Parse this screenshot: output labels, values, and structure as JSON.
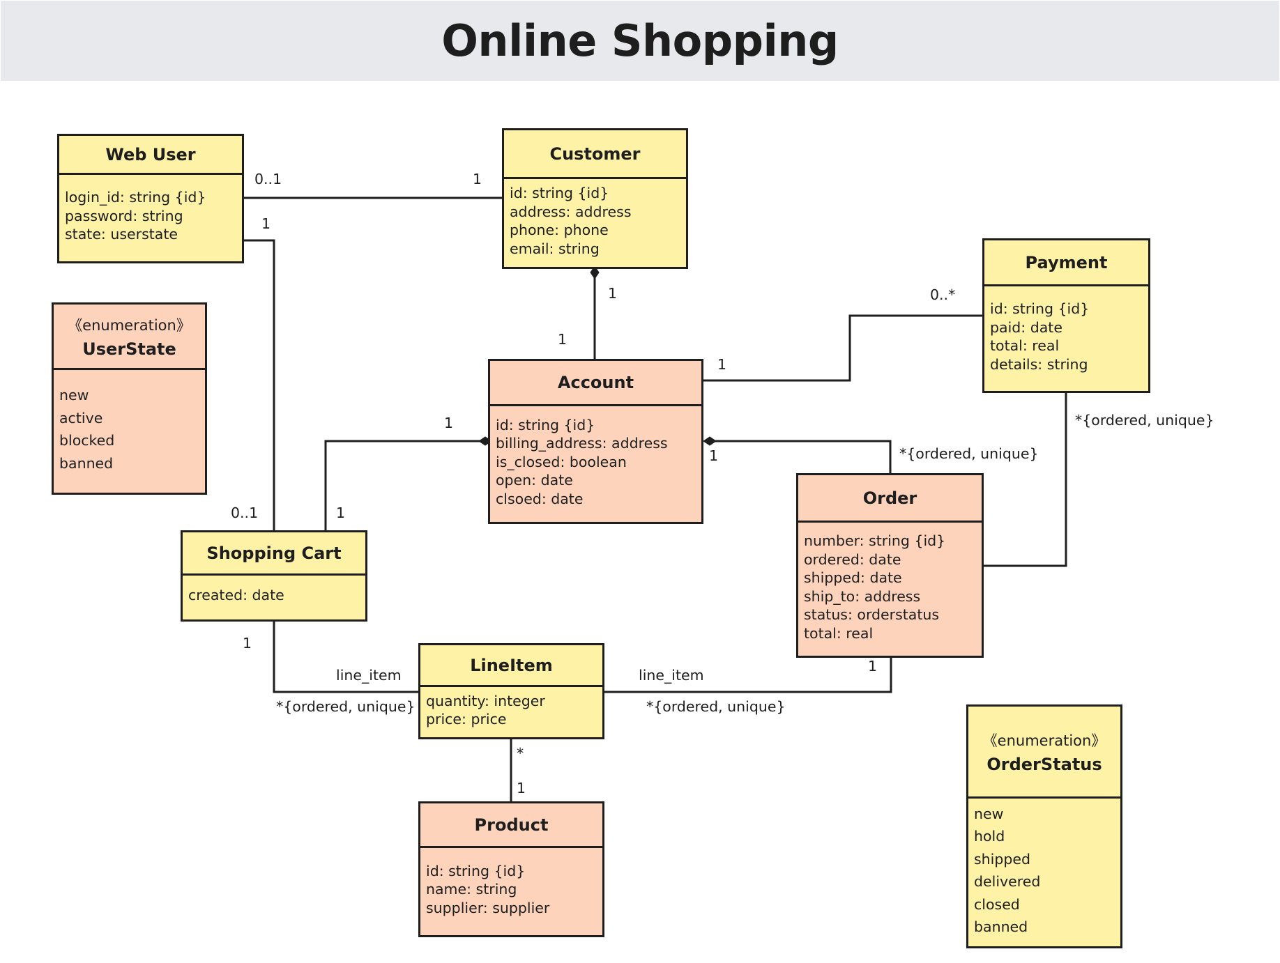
{
  "title": "Online Shopping",
  "colors": {
    "class_yellow": "#fdf2a6",
    "class_peach": "#fdd3bc",
    "header_bg": "#e8e9ec",
    "line": "#1e1e1e"
  },
  "classes": {
    "web_user": {
      "name": "Web User",
      "attributes": [
        "login_id: string {id}",
        "password: string",
        "state: userstate"
      ]
    },
    "customer": {
      "name": "Customer",
      "attributes": [
        "id: string {id}",
        "address: address",
        "phone: phone",
        "email: string"
      ]
    },
    "payment": {
      "name": "Payment",
      "attributes": [
        "id: string {id}",
        "paid: date",
        "total: real",
        "details: string"
      ]
    },
    "user_state": {
      "stereotype": "《enumeration》",
      "name": "UserState",
      "values": [
        "new",
        "active",
        "blocked",
        "banned"
      ]
    },
    "account": {
      "name": "Account",
      "attributes": [
        "id: string {id}",
        "billing_address: address",
        "is_closed: boolean",
        "open: date",
        "clsoed: date"
      ]
    },
    "order": {
      "name": "Order",
      "attributes": [
        "number: string {id}",
        "ordered: date",
        "shipped: date",
        "ship_to: address",
        "status: orderstatus",
        "total: real"
      ]
    },
    "shopping_cart": {
      "name": "Shopping Cart",
      "attributes": [
        "created: date"
      ]
    },
    "line_item": {
      "name": "LineItem",
      "attributes": [
        "quantity: integer",
        "price: price"
      ]
    },
    "product": {
      "name": "Product",
      "attributes": [
        "id: string {id}",
        "name: string",
        "supplier: supplier"
      ]
    },
    "order_status": {
      "stereotype": "《enumeration》",
      "name": "OrderStatus",
      "values": [
        "new",
        "hold",
        "shipped",
        "delivered",
        "closed",
        "banned"
      ]
    }
  },
  "associations": {
    "webuser_customer": {
      "webuser_end": "0..1",
      "customer_end": "1"
    },
    "webuser_cart": {
      "webuser_end": "1",
      "cart_end": "0..1"
    },
    "customer_account": {
      "customer_end": "1",
      "account_end": "1"
    },
    "account_payment": {
      "account_end": "1",
      "payment_end": "0..*"
    },
    "account_cart": {
      "account_end": "1",
      "cart_end": "1"
    },
    "account_order": {
      "account_end": "1",
      "order_end": "*{ordered, unique}"
    },
    "payment_order": {
      "payment_end": "*{ordered, unique}"
    },
    "cart_lineitem": {
      "cart_end": "1",
      "role": "line_item",
      "lineitem_end": "*{ordered, unique}"
    },
    "order_lineitem": {
      "order_end": "1",
      "role": "line_item",
      "lineitem_end": "*{ordered, unique}"
    },
    "lineitem_product": {
      "lineitem_end": "*",
      "product_end": "1"
    }
  }
}
